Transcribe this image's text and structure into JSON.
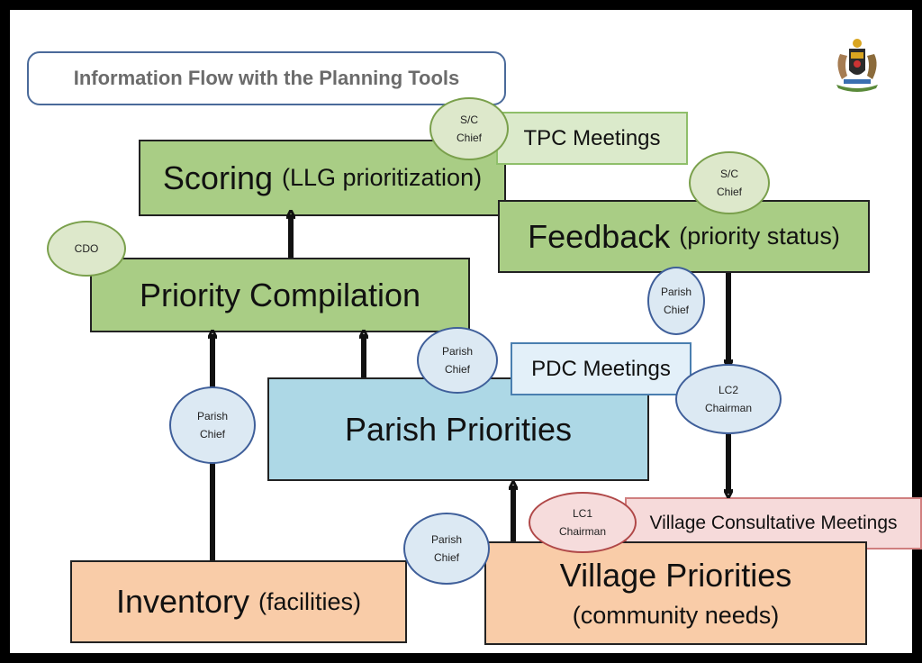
{
  "title": "Information Flow with the Planning Tools",
  "emblem_icon": "coat-of-arms-icon",
  "colors": {
    "frame": "#000000",
    "green": "#a9cd85",
    "blue": "#add8e6",
    "orange": "#f9cca8",
    "arrow": "#111111"
  },
  "nodes": {
    "scoring": {
      "main": "Scoring",
      "sub": "(LLG prioritization)"
    },
    "priority_compilation": {
      "main": "Priority Compilation"
    },
    "feedback": {
      "main": "Feedback",
      "sub": "(priority status)"
    },
    "parish_priorities": {
      "main": "Parish Priorities"
    },
    "inventory": {
      "main": "Inventory",
      "sub": "(facilities)"
    },
    "village_priorities": {
      "main": "Village Priorities",
      "sub": "(community needs)"
    }
  },
  "meetings": {
    "tpc": "TPC Meetings",
    "pdc": "PDC Meetings",
    "village": "Village Consultative Meetings"
  },
  "actors": {
    "sc_chief_1": "S/C\nChief",
    "sc_chief_2": "S/C\nChief",
    "cdo": "CDO",
    "parish_chief_feedback": "Parish\nChief",
    "parish_chief_pdc": "Parish\nChief",
    "lc2_chairman": "LC2\nChairman",
    "parish_chief_inventory": "Parish\nChief",
    "lc1_chairman": "LC1\nChairman",
    "parish_chief_village": "Parish\nChief"
  }
}
